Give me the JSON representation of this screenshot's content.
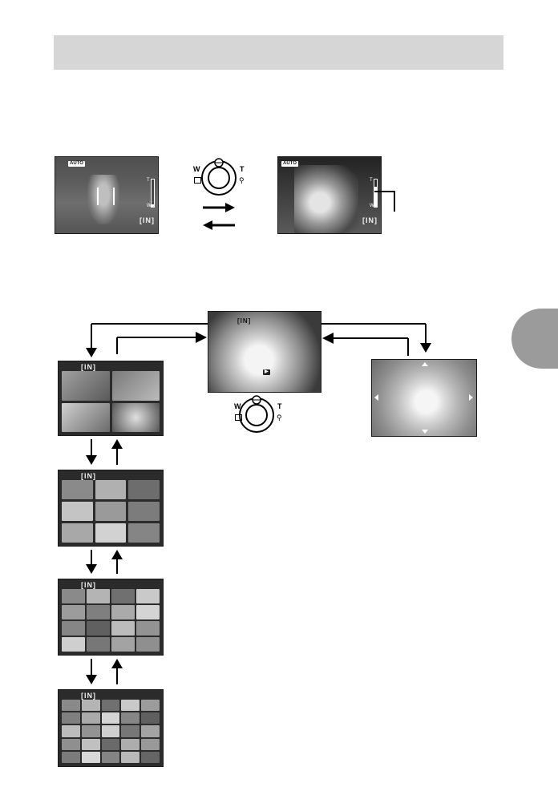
{
  "header": {
    "title": ""
  },
  "top_screens": {
    "wide": {
      "mode_badge": "AUTO",
      "memory": "[IN]",
      "zoom_top": "T",
      "zoom_bottom": "W",
      "zoom_level": 0.1
    },
    "tele": {
      "mode_badge": "AUTO",
      "memory": "[IN]",
      "zoom_top": "T",
      "zoom_bottom": "W",
      "zoom_level": 0.75
    }
  },
  "zoom_lever": {
    "wide_label": "W",
    "tele_label": "T"
  },
  "playback": {
    "single_memory": "[IN]",
    "index_4_memory": "[IN]",
    "index_9_memory": "[IN]",
    "index_16_memory": "[IN]",
    "index_25_memory": "[IN]"
  },
  "icons": {
    "lever_wide_icon": "index-icon",
    "lever_tele_icon": "magnify-icon"
  },
  "colors": {
    "header": "#d6d6d6",
    "side_tab": "#9b9b9b",
    "ink": "#000000"
  }
}
